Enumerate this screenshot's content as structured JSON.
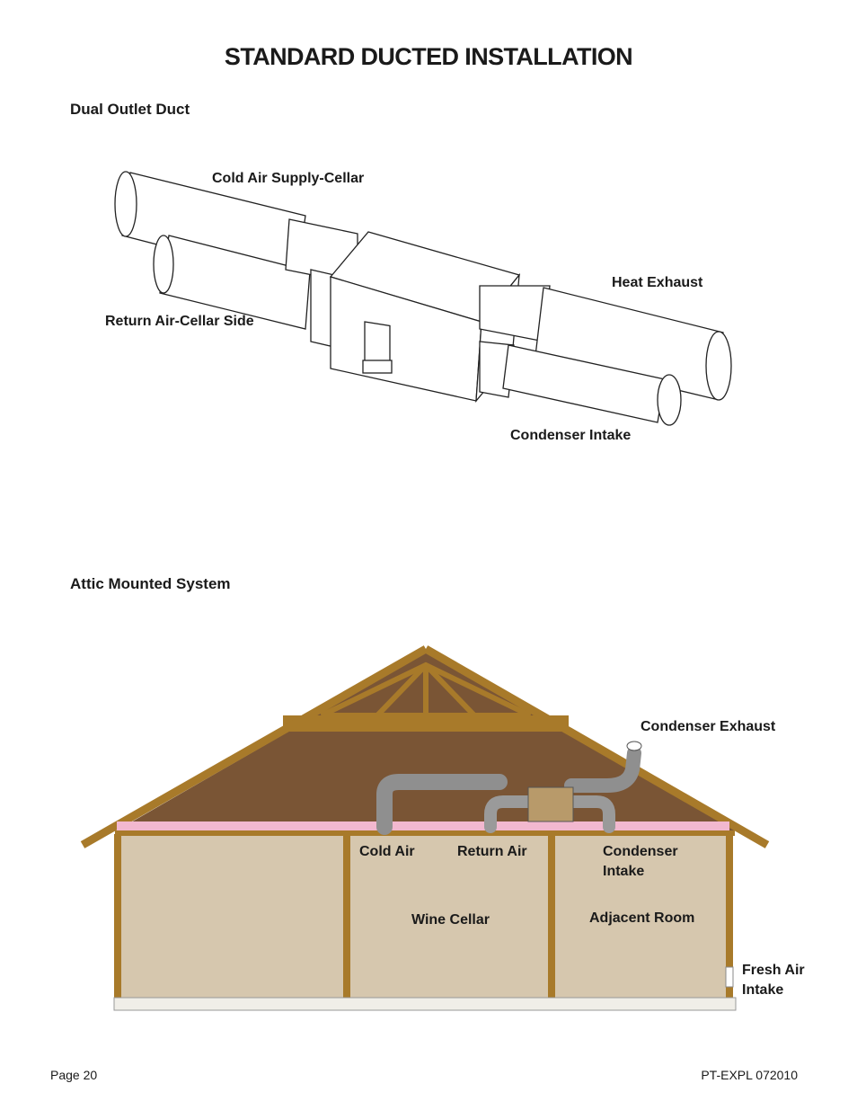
{
  "page": {
    "title": "STANDARD DUCTED INSTALLATION",
    "footer_left": "Page 20",
    "footer_right": "PT-EXPL 072010"
  },
  "dual_outlet": {
    "title": "Dual Outlet Duct",
    "labels": {
      "cold_air_supply": "Cold Air Supply-Cellar",
      "return_air": "Return Air-Cellar Side",
      "heat_exhaust": "Heat Exhaust",
      "condenser_intake": "Condenser Intake"
    }
  },
  "attic": {
    "title": "Attic Mounted System",
    "labels": {
      "condenser_exhaust": "Condenser Exhaust",
      "cold_air": "Cold Air",
      "return_air": "Return Air",
      "condenser_intake_1": "Condenser",
      "condenser_intake_2": "Intake",
      "wine_cellar": "Wine Cellar",
      "adjacent_room": "Adjacent Room",
      "fresh_air_1": "Fresh Air",
      "fresh_air_2": "Intake"
    }
  },
  "colors": {
    "wood": "#a87a2a",
    "attic_fill": "#7a5535",
    "wall_fill": "#d6c7ae",
    "insulation": "#f2b8cf"
  }
}
